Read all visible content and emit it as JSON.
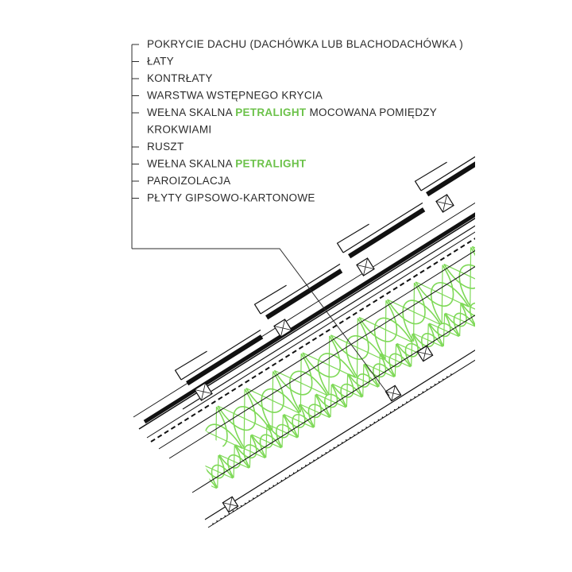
{
  "legend": {
    "layers": [
      {
        "parts": [
          {
            "text": "POKRYCIE DACHU (DACHÓWKA LUB BLACHODACHÓWKA )"
          }
        ]
      },
      {
        "parts": [
          {
            "text": "ŁATY"
          }
        ]
      },
      {
        "parts": [
          {
            "text": "KONTRŁATY"
          }
        ]
      },
      {
        "parts": [
          {
            "text": "WARSTWA WSTĘPNEGO KRYCIA"
          }
        ]
      },
      {
        "parts": [
          {
            "text": "WEŁNA SKALNA "
          },
          {
            "text": "PETRALIGHT",
            "brand": true
          },
          {
            "text": " MOCOWANA POMIĘDZY"
          }
        ],
        "continuation": "KROKWIAMI"
      },
      {
        "parts": [
          {
            "text": "RUSZT"
          }
        ]
      },
      {
        "parts": [
          {
            "text": "WEŁNA SKALNA "
          },
          {
            "text": "PETRALIGHT",
            "brand": true
          }
        ]
      },
      {
        "parts": [
          {
            "text": "PAROIZOLACJA"
          }
        ]
      },
      {
        "parts": [
          {
            "text": "PŁYTY GIPSOWO-KARTONOWE"
          }
        ]
      }
    ]
  },
  "colors": {
    "text": "#2b2b2b",
    "brand": "#6cc24a",
    "insulation": "#7ed957",
    "line": "#111111"
  }
}
